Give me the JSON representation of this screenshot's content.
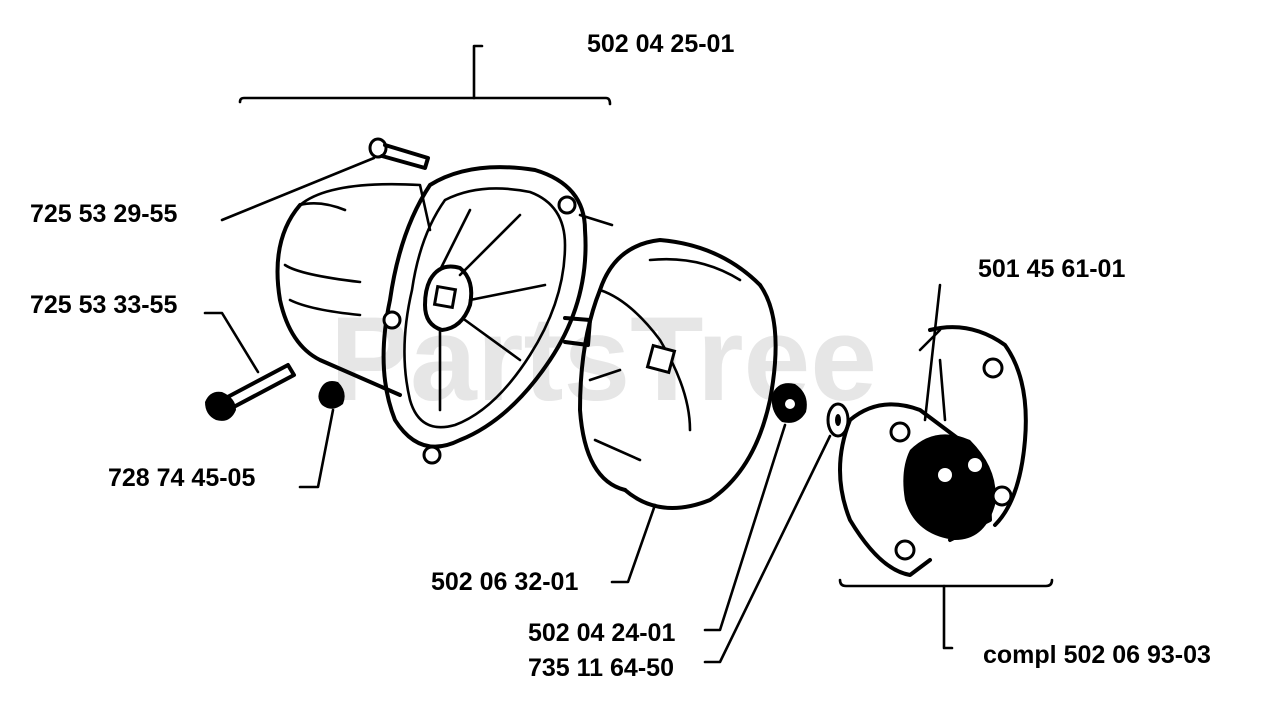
{
  "watermark": {
    "text": "PartsTree"
  },
  "labels": {
    "assembly_top": "502 04 25-01",
    "screw_top": "725 53 29-55",
    "screw_bottom": "725 53 33-55",
    "nut_small": "728 74 45-05",
    "drum": "502 06 32-01",
    "nut": "502 04 24-01",
    "washer": "735 11 64-50",
    "spring": "501 45 61-01",
    "clutch": "compl 502 06 93-03"
  }
}
